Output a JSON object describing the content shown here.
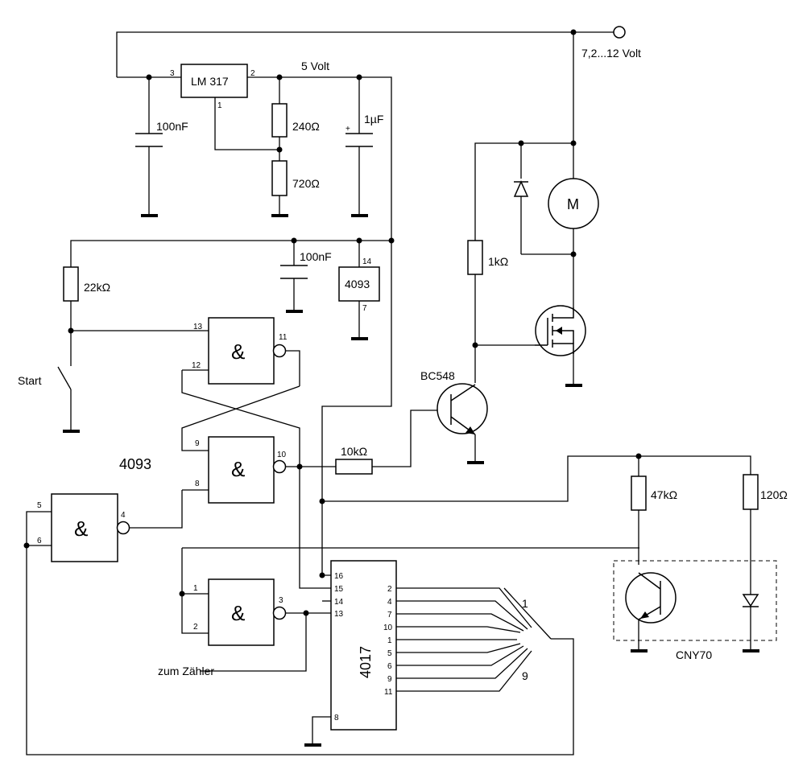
{
  "labels": {
    "supply_voltage": "7,2...12 Volt",
    "regulated_voltage": "5 Volt",
    "regulator": "LM 317",
    "reg_pin_in": "3",
    "reg_pin_out": "2",
    "reg_pin_adj": "1",
    "c_reg_in": "100nF",
    "r_240": "240Ω",
    "r_720": "720Ω",
    "c_out": "1µF",
    "c_out_plus": "+",
    "c_ic": "100nF",
    "ic_4093": "4093",
    "ic_pin_vdd": "14",
    "ic_pin_gnd": "7",
    "r_22k": "22kΩ",
    "start": "Start",
    "gate_label": "4093",
    "amp": "&",
    "motor": "M",
    "r_1k": "1kΩ",
    "transistor": "BC548",
    "r_10k": "10kΩ",
    "r_47k": "47kΩ",
    "r_120": "120Ω",
    "sensor": "CNY70",
    "zum_zaehler": "zum Zähler",
    "counter": "4017",
    "switch_first": "1",
    "switch_last": "9",
    "gA_p13": "13",
    "gA_p12": "12",
    "gA_p11": "11",
    "gB_p9": "9",
    "gB_p8": "8",
    "gB_p10": "10",
    "gC_p5": "5",
    "gC_p6": "6",
    "gC_p4": "4",
    "gD_p1": "1",
    "gD_p2": "2",
    "gD_p3": "3",
    "cnt_16": "16",
    "cnt_15": "15",
    "cnt_14": "14",
    "cnt_13": "13",
    "cnt_8": "8",
    "q0": "2",
    "q1": "4",
    "q2": "7",
    "q3": "10",
    "q4": "1",
    "q5": "5",
    "q6": "6",
    "q7": "9",
    "q8": "11"
  }
}
